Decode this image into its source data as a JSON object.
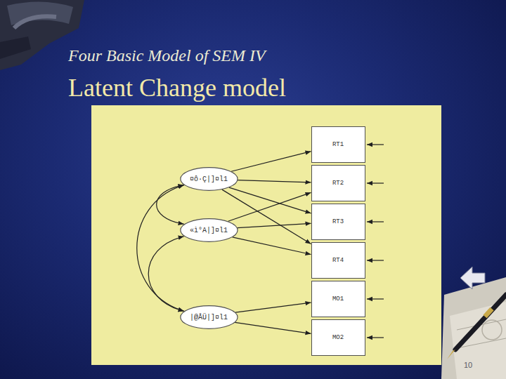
{
  "diagram": {
    "title": "Latent Change model",
    "nodes": [
      {
        "text": [
          "¤ô·Ç|]¤l1"
        ]
      },
      {
        "text": [
          "«ì°A|]¤l1"
        ]
      },
      {
        "text": [
          "|@ÅÜ|]¤l1"
        ]
      },
      {
        "text": [
          "RT1"
        ]
      },
      {
        "text": [
          "RT2"
        ]
      },
      {
        "text": [
          "RT3"
        ]
      },
      {
        "text": [
          "RT4"
        ]
      },
      {
        "text": [
          "MO1"
        ]
      },
      {
        "text": [
          "MO2"
        ]
      }
    ],
    "edges": [
      {
        "from": 0,
        "to": 3,
        "arrow": "to"
      },
      {
        "from": 0,
        "to": 4,
        "arrow": "to"
      },
      {
        "from": 0,
        "to": 5,
        "arrow": "to"
      },
      {
        "from": 0,
        "to": 6,
        "arrow": "to"
      },
      {
        "from": 1,
        "to": 4,
        "arrow": "to"
      },
      {
        "from": 1,
        "to": 5,
        "arrow": "to"
      },
      {
        "from": 1,
        "to": 6,
        "arrow": "to"
      },
      {
        "from": 2,
        "to": 7,
        "arrow": "to"
      },
      {
        "from": 2,
        "to": 8,
        "arrow": "to"
      },
      {
        "from": 0,
        "to": 1,
        "arrow": "both"
      },
      {
        "from": 1,
        "to": 2,
        "arrow": "both"
      },
      {
        "from": 0,
        "to": 2,
        "arrow": "both"
      }
    ],
    "labels": [
      "Four Basic Model of SEM IV",
      "10"
    ]
  }
}
